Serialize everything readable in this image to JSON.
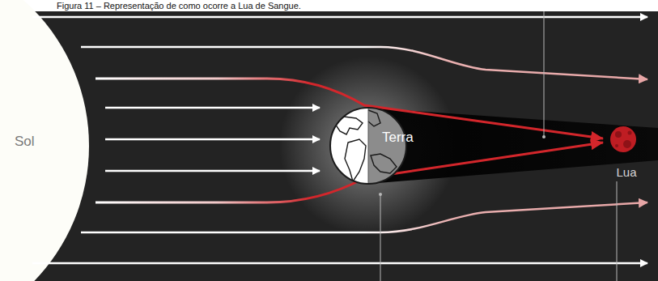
{
  "diagram": {
    "title": "Figura 11 – Representação de como ocorre a Lua de Sangue.",
    "nodes": [
      {
        "text": [
          "Sol"
        ]
      },
      {
        "text": [
          "Terra"
        ]
      },
      {
        "text": [
          "Lua"
        ]
      }
    ]
  }
}
